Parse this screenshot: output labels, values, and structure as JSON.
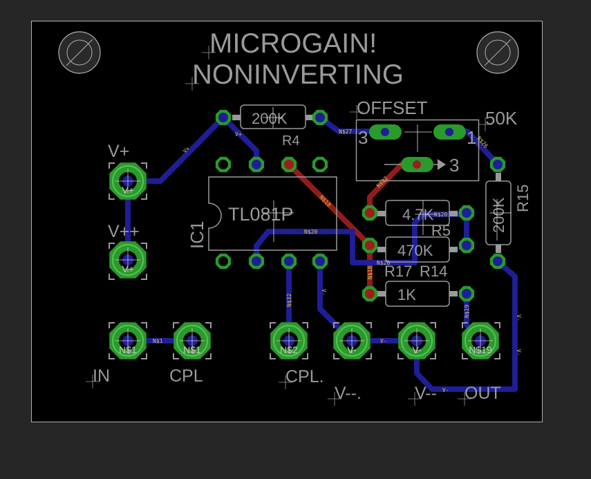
{
  "colors": {
    "background": "#262626",
    "board": "#000000",
    "outline": "#b0b0b0",
    "silkscreen": "#9a9a9a",
    "top_trace": "#1e1e96",
    "bottom_trace": "#9a1e1e",
    "pad": "#2a9a2a",
    "net_label": "#d8c84a"
  },
  "board": {
    "title_line1": "MICROGAIN!",
    "title_line2": "NONINVERTING",
    "mounting_holes": [
      "mount-hole",
      "mount-hole"
    ]
  },
  "components": {
    "r4": {
      "value": "200K",
      "name": "R4"
    },
    "r5": {
      "value": "4.7K",
      "name": "R5"
    },
    "r14": {
      "value": "470K",
      "name": "R14"
    },
    "r17": {
      "value": "1K",
      "name": "R17"
    },
    "r15": {
      "value": "200K",
      "name": "R15"
    },
    "pot": {
      "name": "OFFSET",
      "value": "50K",
      "pin1": "1",
      "pin3a": "3",
      "pin3b": "3"
    },
    "ic": {
      "value": "TL081P",
      "name": "IC1"
    }
  },
  "connectors": [
    {
      "label": "V+",
      "pad": "V+"
    },
    {
      "label": "V++",
      "pad": "V+"
    },
    {
      "label": "IN",
      "pad": "N$1"
    },
    {
      "label": "CPL",
      "pad": "N$1"
    },
    {
      "label": "CPL.",
      "pad": "N$2"
    },
    {
      "label": "V--.",
      "pad": "V-"
    },
    {
      "label": "V--",
      "pad": "V-"
    },
    {
      "label": "OUT",
      "pad": "N$19"
    }
  ],
  "nets": {
    "n1": "N$1",
    "n20": "N$20",
    "n18": "N$18",
    "n22": "N$22",
    "n32": "N$32",
    "n27": "N$27",
    "n26": "N$26",
    "n19": "N$19",
    "vplus": "V+",
    "vminus": "V-"
  }
}
